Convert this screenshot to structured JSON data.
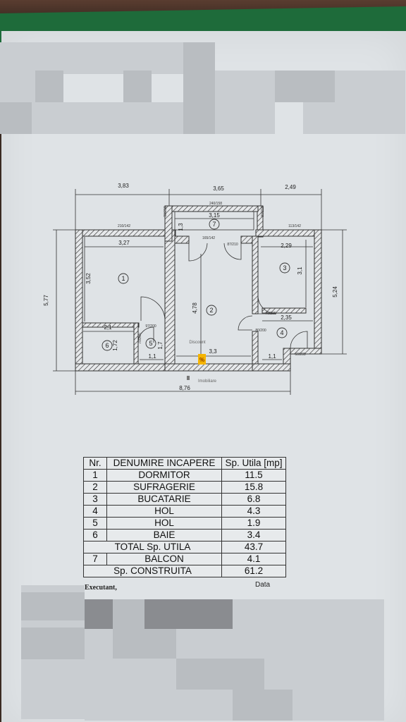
{
  "plan": {
    "dims_top": [
      "3,83",
      "3,65",
      "2,49"
    ],
    "dim_bottom": "8,76",
    "dim_left": "5,77",
    "dim_right": "5,24",
    "inner": {
      "balcon_w": "3,15",
      "dorm_w": "3,27",
      "dorm_h": "3,52",
      "buc_w": "2,29",
      "buc_h": "3,1",
      "suf_h": "4,78",
      "suf_w": "3,3",
      "baie_w": "2,1",
      "baie_h": "1,72",
      "hol5_w": "1,1",
      "hol5_h": "1,7",
      "hol4_w": "1,1",
      "hol4_top": "2,35",
      "balc_side": "1,3"
    },
    "window_labels": [
      "210/142",
      "240/158",
      "90/218",
      "90/218",
      "113/142",
      "165/142"
    ],
    "door_labels": [
      "87/210",
      "97/200",
      "70/205",
      "60/200",
      "76/205",
      "80/200"
    ],
    "room_numbers": [
      "1",
      "2",
      "3",
      "4",
      "5",
      "6",
      "7"
    ],
    "watermark_1": "Discount",
    "watermark_2": "Imobiliare",
    "watermark_badge": "%"
  },
  "table": {
    "headers": [
      "Nr.",
      "DENUMIRE INCAPERE",
      "Sp. Utila  [mp]"
    ],
    "rows": [
      [
        "1",
        "DORMITOR",
        "11.5"
      ],
      [
        "2",
        "SUFRAGERIE",
        "15.8"
      ],
      [
        "3",
        "BUCATARIE",
        "6.8"
      ],
      [
        "4",
        "HOL",
        "4.3"
      ],
      [
        "5",
        "HOL",
        "1.9"
      ],
      [
        "6",
        "BAIE",
        "3.4"
      ]
    ],
    "total_label": "TOTAL Sp. UTILA",
    "total_value": "43.7",
    "balcon_row": [
      "7",
      "BALCON",
      "4.1"
    ],
    "construita_label": "Sp. CONSTRUITA",
    "construita_value": "61.2"
  },
  "footer": {
    "executant": "Executant,",
    "data": "Data"
  }
}
